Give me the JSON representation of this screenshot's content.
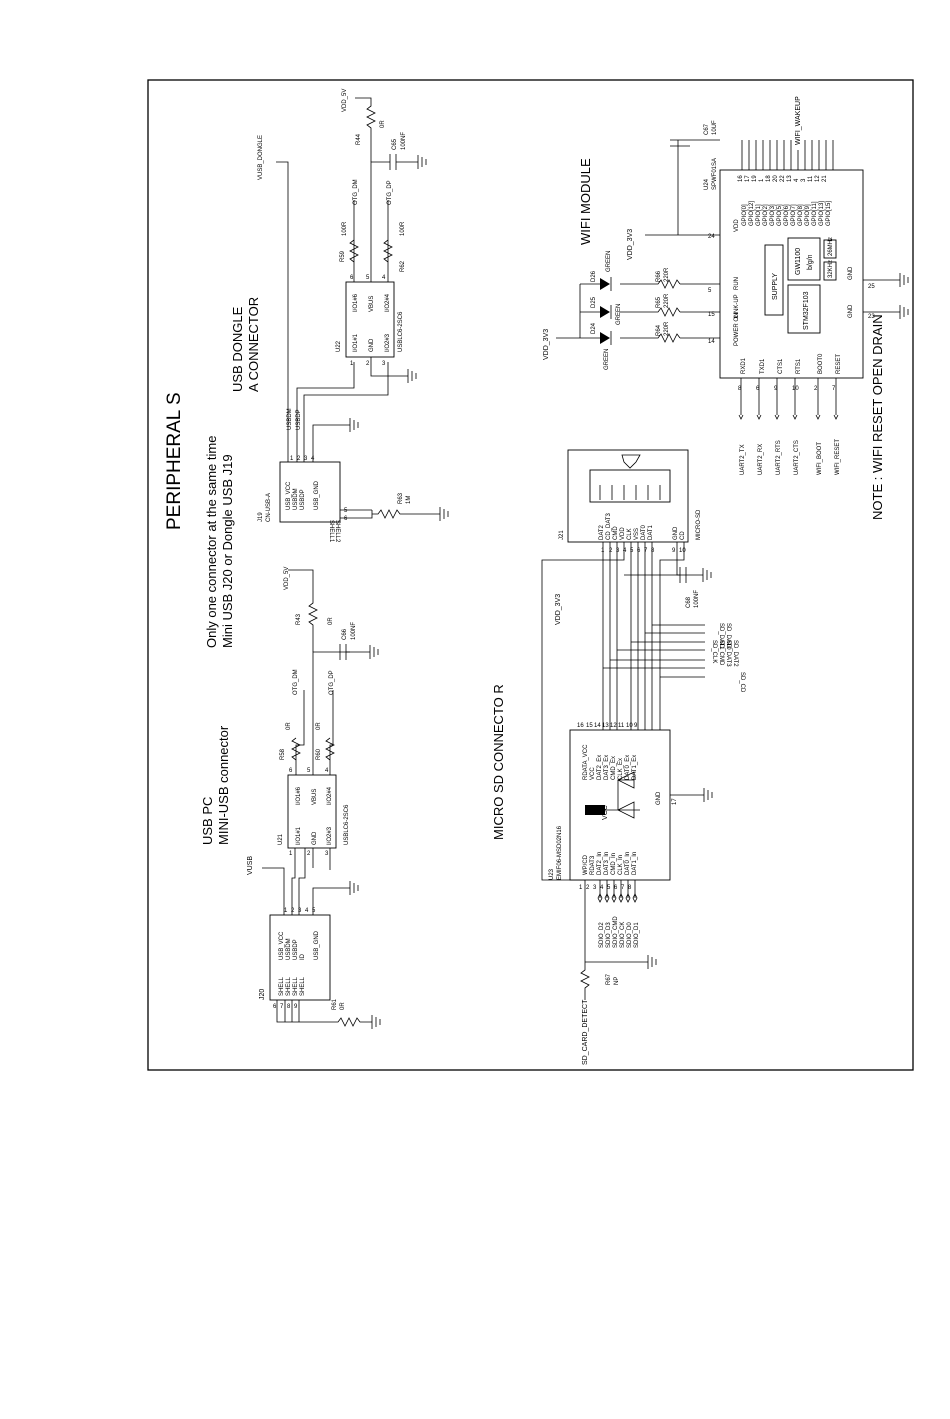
{
  "sheet": {
    "title": "PERIPHERAL S",
    "note": "NOTE : WIFI RESET OPEN DRAIN"
  },
  "usb": {
    "pc_title": "USB PC",
    "pc_subtitle": "MINI-USB connector",
    "dongle_title": "USB DONGLE",
    "dongle_subtitle": "A  CONNECTOR",
    "only_one_line1": "Only one connector at the same time",
    "only_one_line2": "Mini USB J20 or Dongle USB J19",
    "nets": {
      "vusb": "VUSB",
      "vusb_dongle": "VUSB_DONGLE",
      "vdd_5v": "VDD_5V",
      "otg_dm": "OTG_DM",
      "otg_dp": "OTG_DP",
      "usbdm": "USBDM",
      "usbdp": "USBDP"
    },
    "j20": {
      "ref": "J20",
      "pins_left": [
        "SHELL",
        "SHELL",
        "SHELL",
        "SHELL"
      ],
      "pins_right": [
        "USB_VCC",
        "USBDM",
        "USBDP",
        "ID",
        "USB_GND"
      ],
      "pin_nums_left": [
        "6",
        "7",
        "8",
        "9"
      ],
      "pin_nums_right": [
        "1",
        "2",
        "3",
        "4",
        "5"
      ]
    },
    "j19": {
      "ref": "J19",
      "part": "CN-USB-A",
      "pins_right": [
        "USB_VCC",
        "USBDM",
        "USBDP",
        "USB_GND"
      ],
      "pins_left": [
        "SHELL1",
        "SHELL2"
      ],
      "pin_nums_right": [
        "1",
        "2",
        "3",
        "4"
      ],
      "pin_nums_left": [
        "5",
        "6"
      ]
    },
    "u21": {
      "ref": "U21",
      "part": "USBLC6-2SC6",
      "pins_left": [
        "I/O1#1",
        "GND",
        "I/O2#3"
      ],
      "pins_right": [
        "I/O1#6",
        "VBUS",
        "I/O2#4"
      ],
      "pin_nums_left": [
        "1",
        "2",
        "3"
      ],
      "pin_nums_right": [
        "6",
        "5",
        "4"
      ]
    },
    "u22": {
      "ref": "U22",
      "part": "USBLC6-2SC6",
      "pins_left": [
        "I/O1#1",
        "GND",
        "I/O2#3"
      ],
      "pins_right": [
        "I/O1#6",
        "VBUS",
        "I/O2#4"
      ],
      "pin_nums_left": [
        "1",
        "2",
        "3"
      ],
      "pin_nums_right": [
        "6",
        "5",
        "4"
      ]
    },
    "r58": {
      "ref": "R58",
      "value": "0R"
    },
    "r60": {
      "ref": "R60",
      "value": "0R"
    },
    "r43": {
      "ref": "R43",
      "value": "0R"
    },
    "c66": {
      "ref": "C66",
      "value": "100NF"
    },
    "r61": {
      "ref": "R61",
      "value": "0R"
    },
    "r59": {
      "ref": "R59",
      "value": "100R"
    },
    "r62": {
      "ref": "R62",
      "value": "100R"
    },
    "r44": {
      "ref": "R44",
      "value": "0R"
    },
    "c65": {
      "ref": "C65",
      "value": "100NF"
    },
    "r63": {
      "ref": "R63",
      "value": "1M"
    }
  },
  "microsd": {
    "title": "MICRO SD CONNECTO R",
    "vdd": "VDD_3V3",
    "j21": {
      "ref": "J21",
      "part": "MICRO-SD",
      "pins": [
        "DAT2",
        "CD_DAT3",
        "CMD",
        "VDD",
        "CLK",
        "VSS",
        "DAT0",
        "DAT1",
        "GND",
        "CD"
      ],
      "pin_nums": [
        "1",
        "2",
        "3",
        "4",
        "5",
        "6",
        "7",
        "8",
        "9",
        "10"
      ]
    },
    "u23": {
      "ref": "U23",
      "part": "EMIF06-MSD02N16",
      "vcc_label": "VCC",
      "gnd_label": "GND",
      "pins_left": [
        "WP/CD",
        "RDAT3",
        "DAT2_In",
        "DAT3_In",
        "CMD_In",
        "CLK_In",
        "DAT0_In",
        "DAT1_In"
      ],
      "pins_right": [
        "RDATA_VCC",
        "VCC",
        "DAT2_Ex",
        "DAT3_Ex",
        "CMD_Ex",
        "CLK_Ex",
        "DAT0_Ex",
        "DAT1_Ex"
      ],
      "pin_nums_left": [
        "1",
        "2",
        "3",
        "4",
        "5",
        "6",
        "7",
        "8"
      ],
      "pin_nums_right": [
        "16",
        "15",
        "14",
        "13",
        "12",
        "11",
        "10",
        "9"
      ],
      "gnd_pin": "17"
    },
    "c68": {
      "ref": "C68",
      "value": "100NF"
    },
    "r67": {
      "ref": "R67",
      "value": "NP"
    },
    "card_detect": "SD_CARD_DETECT",
    "sdio_nets": [
      "SDIO_D2",
      "SDIO_D3",
      "SDIO_CMD",
      "SDIO_CK",
      "SDIO_D0",
      "SDIO_D1"
    ],
    "sd_nets": [
      "SD_DAT1",
      "SD_DAT0",
      "SD_CLK",
      "SD_CMD",
      "SD_DAT3",
      "SD_DAT2",
      "SD_CD"
    ]
  },
  "wifi": {
    "title": "WIFI MODULE",
    "u24": {
      "ref": "U24",
      "part": "SPWF01SA",
      "gpio": [
        "GPIO[0]",
        "GPIO[12]",
        "GPIO[1]",
        "GPIO[2]",
        "GPIO[3]",
        "GPIO[5]",
        "GPIO[6]",
        "GPIO[7]",
        "GPIO[8]",
        "GPIO[9]",
        "GPIO[11]",
        "GPIO[13]",
        "GPIO[15]"
      ],
      "gpio_pins": [
        "16",
        "17",
        "19",
        "1",
        "18",
        "20",
        "22",
        "13",
        "4",
        "3",
        "11",
        "12",
        "21"
      ],
      "left_pins": [
        "RXD1",
        "TXD1",
        "CTS1",
        "RTS1",
        "BOOT0",
        "RESET"
      ],
      "left_pin_nums": [
        "8",
        "6",
        "9",
        "10",
        "2",
        "7"
      ],
      "top_pins": [
        "POWER ON",
        "LINK-UP",
        "RUN",
        "VDD"
      ],
      "top_pin_nums": [
        "14",
        "15",
        "5",
        "24"
      ],
      "gnd_label": "GND",
      "gnd_pins": [
        "23",
        "25"
      ],
      "supply": "SUPPLY",
      "stm": "STM32F103",
      "gw": "GW1100",
      "bgn": "b/g/n",
      "mhz1": "32KHz",
      "mhz2": "26MHz"
    },
    "uart_nets": [
      "UART2_TX",
      "UART2_RX",
      "UART2_RTS",
      "UART2_CTS",
      "WIFI_BOOT",
      "WIFI_RESET"
    ],
    "wakeup": "WIFI_WAKEUP",
    "vdd": "VDD_3V3",
    "c67": {
      "ref": "C67",
      "value": "10UF"
    },
    "leds": [
      {
        "ref": "D26",
        "color": "GREEN",
        "r": "R66",
        "rv": "220R"
      },
      {
        "ref": "D25",
        "color": "GREEN",
        "r": "R65",
        "rv": "220R"
      },
      {
        "ref": "D24",
        "color": "GREEN",
        "r": "R64",
        "rv": "220R"
      }
    ]
  }
}
